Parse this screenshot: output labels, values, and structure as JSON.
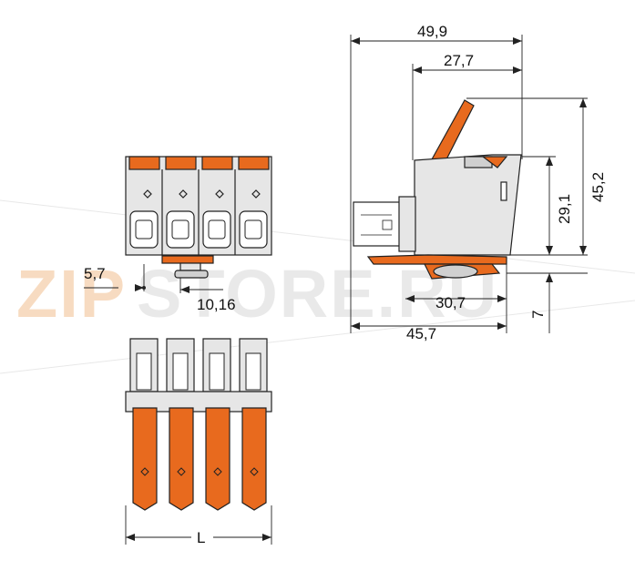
{
  "watermark": {
    "part1": "ZIP",
    "part2": "STORE.RU"
  },
  "front_view": {
    "dimensions": {
      "offset": "5,7",
      "pitch": "10,16"
    }
  },
  "side_view": {
    "dimensions": {
      "total_length": "49,9",
      "upper_length": "27,7",
      "lower_length": "30,7",
      "base_length": "45,7",
      "height_total": "45,2",
      "height_body": "29,1",
      "height_lower": "7"
    }
  },
  "bottom_view": {
    "dimensions": {
      "length": "L"
    }
  },
  "colors": {
    "orange": "#e86a1e",
    "body_gray": "#e6e6e6",
    "outline": "#222222"
  }
}
